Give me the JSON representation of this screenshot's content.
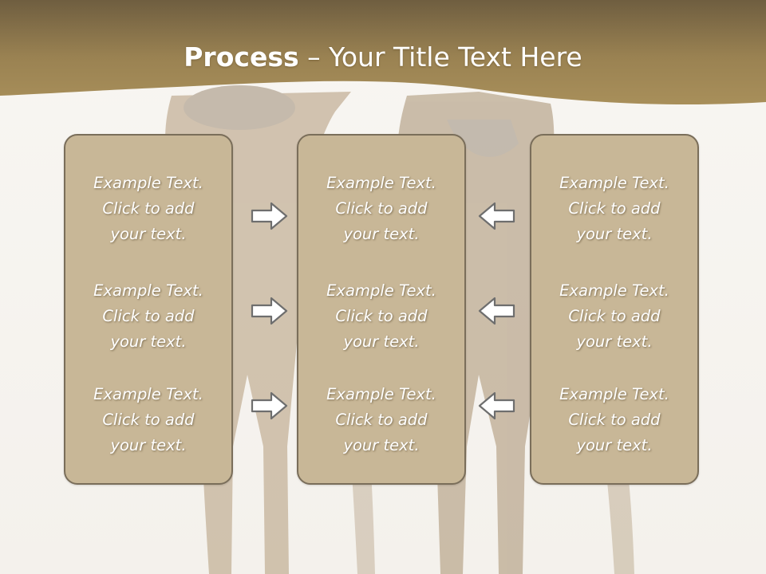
{
  "slide": {
    "title_bold": "Process",
    "title_rest": " – Your Title Text Here",
    "colors": {
      "header": "#9c8455",
      "box_fill": "#c8b797",
      "box_border": "#7a6e5a",
      "arrow_stroke": "#6e6e6e",
      "arrow_fill": "#ffffff"
    },
    "columns": [
      {
        "items": [
          {
            "line1": "Example Text.",
            "line2": "Click  to add",
            "line3": "your text."
          },
          {
            "line1": "Example Text.",
            "line2": "Click  to add",
            "line3": "your text."
          },
          {
            "line1": "Example Text.",
            "line2": "Click  to add",
            "line3": "your text."
          }
        ]
      },
      {
        "items": [
          {
            "line1": "Example Text.",
            "line2": "Click  to add",
            "line3": "your text."
          },
          {
            "line1": "Example Text.",
            "line2": "Click  to add",
            "line3": "your text."
          },
          {
            "line1": "Example Text.",
            "line2": "Click  to add",
            "line3": "your text."
          }
        ]
      },
      {
        "items": [
          {
            "line1": "Example Text.",
            "line2": "Click  to add",
            "line3": "your text."
          },
          {
            "line1": "Example Text.",
            "line2": "Click  to add",
            "line3": "your text."
          },
          {
            "line1": "Example Text.",
            "line2": "Click  to add",
            "line3": "your text."
          }
        ]
      }
    ],
    "arrows": {
      "left_group": "arrow-right-icon",
      "right_group": "arrow-left-icon"
    }
  }
}
